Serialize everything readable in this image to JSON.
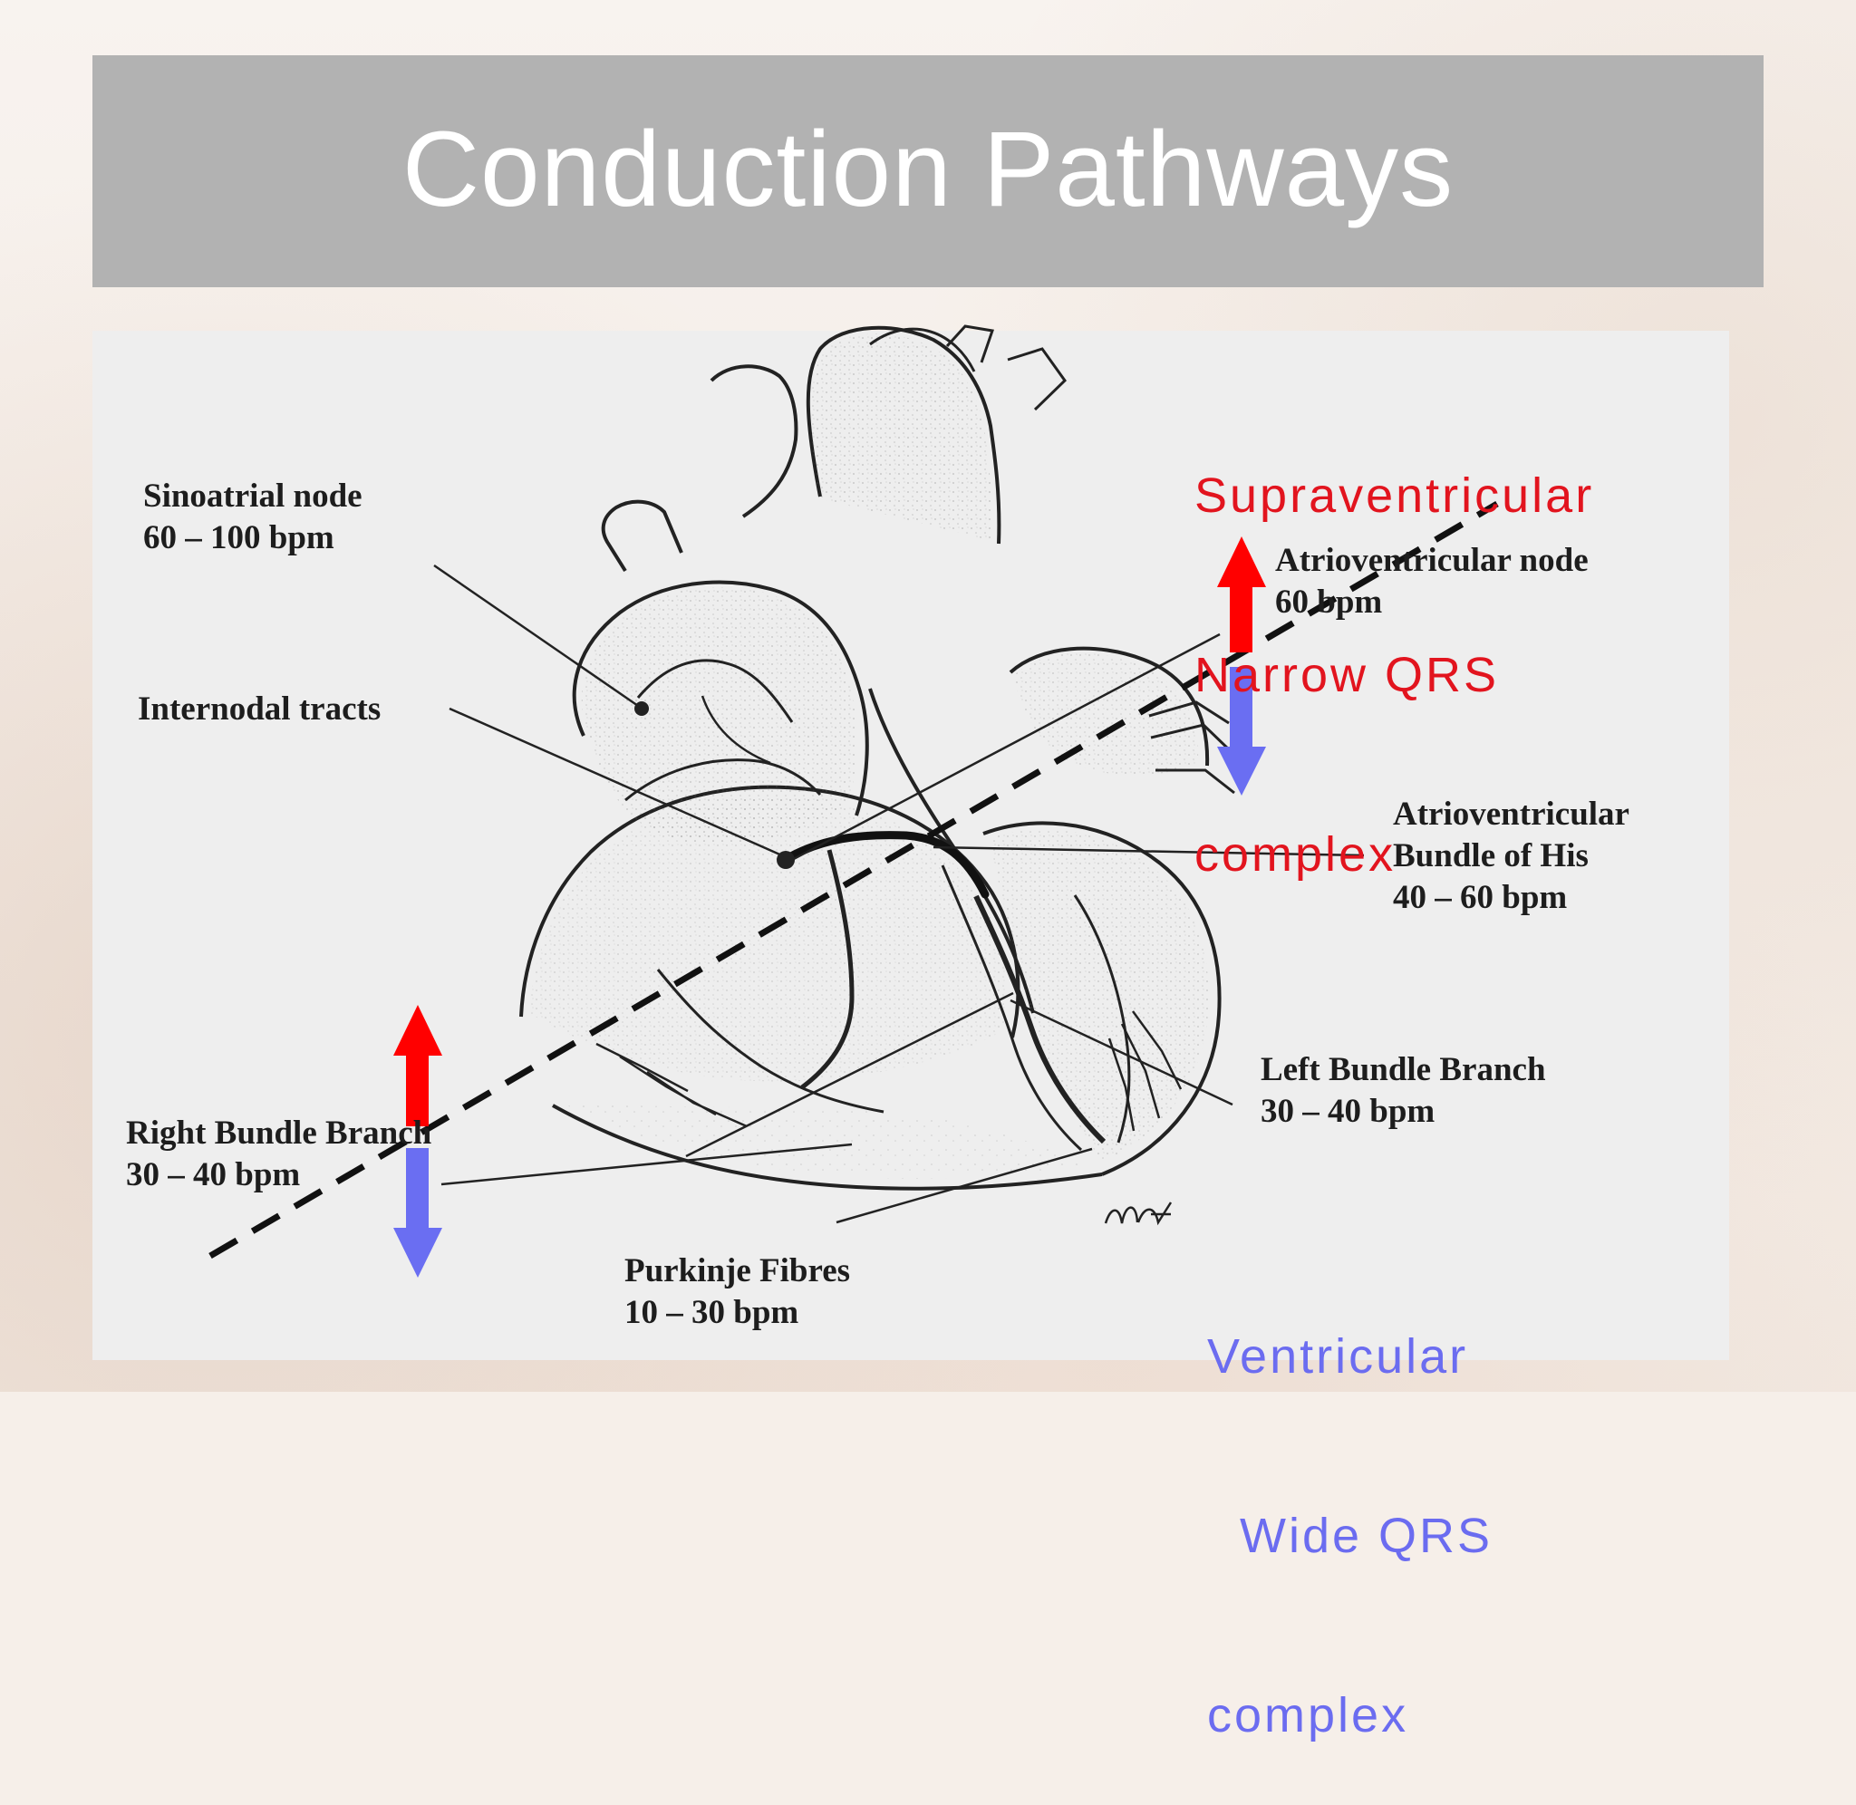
{
  "title": "Conduction Pathways",
  "labels": {
    "sinoatrial": {
      "name": "Sinoatrial node",
      "rate": "60 – 100 bpm"
    },
    "internodal": {
      "name": "Internodal tracts"
    },
    "av_node": {
      "name": "Atrioventricular node",
      "rate": "60 bpm"
    },
    "bundle_his": {
      "line1": "Atrioventricular",
      "line2": "Bundle of His",
      "rate": "40 – 60 bpm"
    },
    "left_bundle": {
      "name": "Left Bundle Branch",
      "rate": "30 – 40 bpm"
    },
    "right_bundle": {
      "name": "Right Bundle Branch",
      "rate": "30 – 40 bpm"
    },
    "purkinje": {
      "name": "Purkinje Fibres",
      "rate": "10 – 30 bpm"
    }
  },
  "annotations": {
    "supraventricular": {
      "line1": "Supraventricular",
      "line2": "Narrow QRS",
      "line3": "complex"
    },
    "ventricular": {
      "line1": "Ventricular",
      "line2": "  Wide QRS",
      "line3": "complex"
    }
  },
  "signature": "MF",
  "colors": {
    "title_bar": "#b2b2b2",
    "title_text": "#ffffff",
    "arrow_up": "#ff0000",
    "arrow_down": "#6a6ef2",
    "supraventricular_text": "#e2141e",
    "ventricular_text": "#6b6cf0"
  }
}
